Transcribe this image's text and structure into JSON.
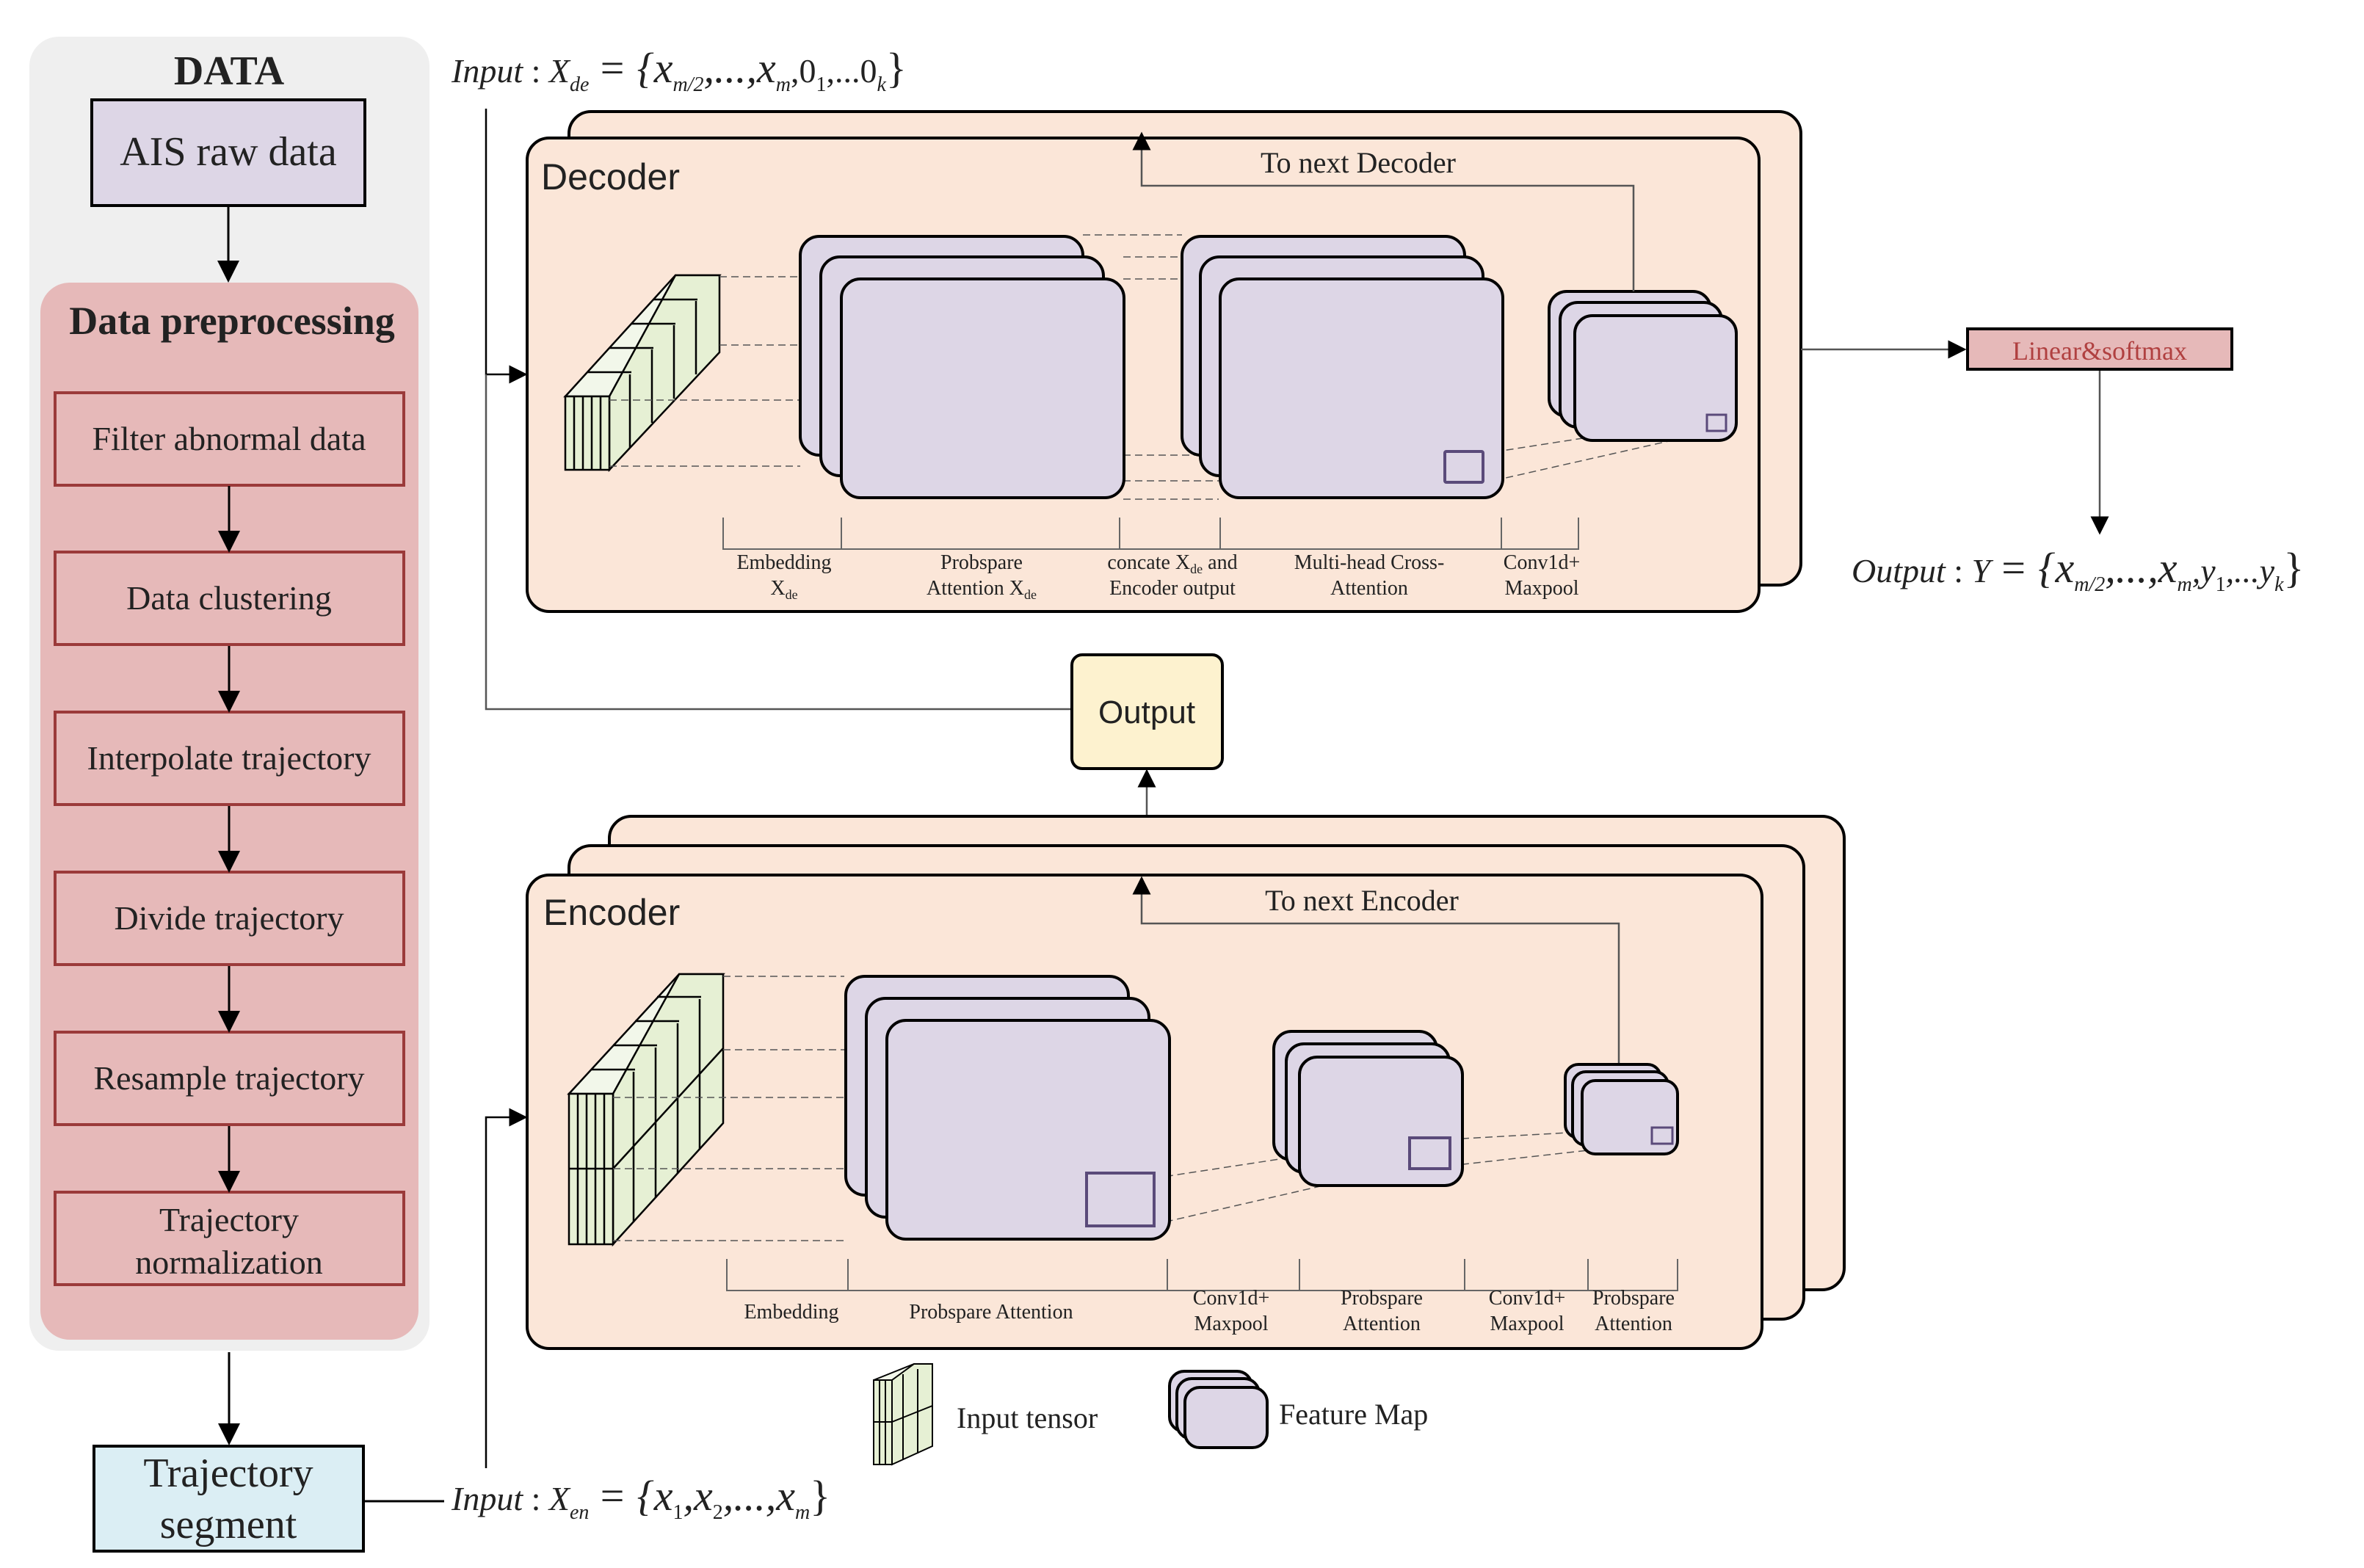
{
  "data_panel": {
    "title": "DATA",
    "raw": "AIS raw data",
    "preprocessing_title": "Data preprocessing",
    "steps": [
      "Filter abnormal data",
      "Data clustering",
      "Interpolate trajectory",
      "Divide trajectory",
      "Resample trajectory",
      "Trajectory",
      "normalization"
    ],
    "segment_line1": "Trajectory",
    "segment_line2": "segment"
  },
  "decoder": {
    "label": "Decoder",
    "to_next": "To next Decoder",
    "input_label": "Input",
    "input_var": "X",
    "input_sub": "de",
    "input_set": "= {x",
    "input_set_sub": "m/2",
    "input_set_mid": ",...,x",
    "input_set_sub2": "m",
    "input_set_tail": ",0",
    "input_tail_sub1": "1",
    "input_tail_mid": ",...0",
    "input_tail_sub2": "k",
    "input_close": "}",
    "stage_labels": [
      {
        "l1": "Embedding",
        "l2": "X",
        "l2sub": "de"
      },
      {
        "l1": "Probspare",
        "l2": "Attention X",
        "l2sub": "de"
      },
      {
        "l1": "concate X",
        "l1sub": "de",
        "l1tail": " and",
        "l2": "Encoder output"
      },
      {
        "l1": "Multi-head Cross-",
        "l2": "Attention"
      },
      {
        "l1": "Conv1d+",
        "l2": "Maxpool"
      }
    ]
  },
  "encoder": {
    "label": "Encoder",
    "to_next": "To next Encoder",
    "input_label": "Input",
    "input_var": "X",
    "input_sub": "en",
    "input_set": "= {x",
    "input_set_sub1": "1",
    "input_set_mid1": ",x",
    "input_set_sub2": "2",
    "input_set_mid2": ",...,x",
    "input_set_sub3": "m",
    "input_close": "}",
    "stage_labels": [
      {
        "l1": "Embedding"
      },
      {
        "l1": "Probspare Attention"
      },
      {
        "l1": "Conv1d+",
        "l2": "Maxpool"
      },
      {
        "l1": "Probspare",
        "l2": "Attention"
      },
      {
        "l1": "Conv1d+",
        "l2": "Maxpool"
      },
      {
        "l1": "Probspare",
        "l2": "Attention"
      }
    ]
  },
  "middle_output": "Output",
  "linear_softmax": "Linear&softmax",
  "final_output": {
    "label": "Output",
    "var": "Y",
    "set": "= {x",
    "sub1": "m/2",
    "mid": ",...,x",
    "sub2": "m",
    "tail": ",y",
    "sub3": "1",
    "tail2": ",...y",
    "sub4": "k",
    "close": "}"
  },
  "legend": {
    "input_tensor": "Input tensor",
    "feature_map": "Feature Map"
  },
  "colors": {
    "panel_gray": "#efefef",
    "preproc_red": "#e6b9b9",
    "preproc_border": "#9b3a3a",
    "lavender": "#ddd6e6",
    "peach": "#fbe6d8",
    "output_yellow": "#fdf2cf",
    "segment_blue": "#dbeef4",
    "tensor_green": "#e6f0d4",
    "linear_text": "#b04040"
  }
}
